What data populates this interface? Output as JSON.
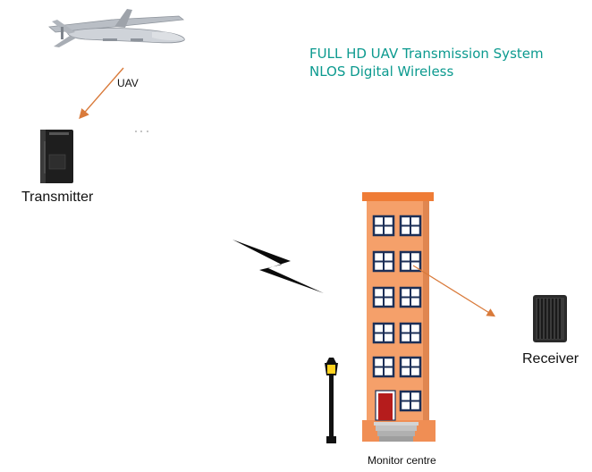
{
  "title": {
    "line1": "FULL HD UAV Transmission System",
    "line2": "NLOS Digital Wireless"
  },
  "nodes": {
    "uav": "UAV",
    "transmitter": "Transmitter",
    "receiver": "Receiver",
    "monitor_centre": "Monitor centre"
  },
  "colors": {
    "title_text": "#0c9a8f",
    "arrow": "#d97a3a",
    "building_facade": "#f5a06a",
    "window_frame": "#1c2f57",
    "door": "#b51c1c",
    "uav_body": "#c9cdd3",
    "device_dark": "#1e1e1e",
    "lamp_glow": "#ffd21f"
  },
  "icons": {
    "uav": "uav-drone-icon",
    "transmitter": "transmitter-device-icon",
    "receiver": "receiver-device-icon",
    "wireless": "lightning-bolt-icon",
    "building": "office-building-icon",
    "street_lamp": "street-lamp-icon"
  }
}
